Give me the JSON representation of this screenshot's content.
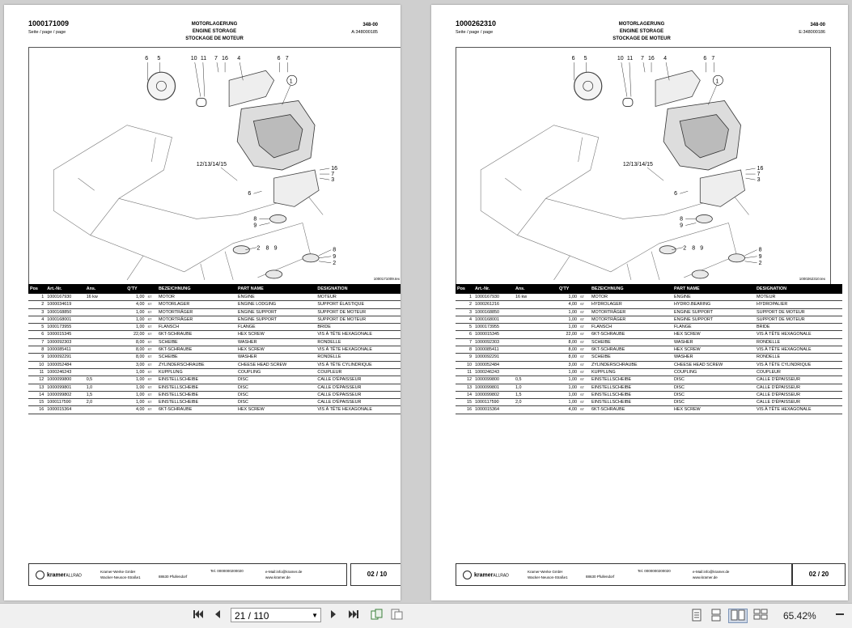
{
  "pages": [
    {
      "doc_number": "1000171009",
      "page_label": "Seite / page / page",
      "title_lines": [
        "MOTORLAGERUNG",
        "ENGINE STORAGE",
        "STOCKAGE DE MOTEUR"
      ],
      "code": "348-00",
      "ref": "A:348000185",
      "figure_caption": "1000171009.tex",
      "callouts": {
        "c1": "1",
        "c2": "2",
        "c3": "3",
        "c4": "4",
        "c5": "5",
        "c6": "6",
        "c7": "7",
        "c8": "8",
        "c9": "9",
        "c10": "10",
        "c11": "11",
        "c16": "16",
        "c1215": "12/13/14/15"
      },
      "footer": {
        "logo": "kramer",
        "logo_sub": "ALLRAD",
        "company": "Kramer-Werke GmbH",
        "street": "Wacker-Neuson-Straße1",
        "city": "88630 Pfullendorf",
        "tel": "Tel. 0000000200020",
        "mail": "e-Mail:info@kramer.de",
        "web": "www.kramer.de"
      },
      "page_no": "02 / 10",
      "columns": {
        "pos": "Pos",
        "art": "Art.-Nr.",
        "anz": "Ans.",
        "qty": "Q'TY",
        "bez": "BEZEICHNUNG",
        "part": "PART NAME",
        "des": "DESIGNATION"
      },
      "rows": [
        {
          "pos": "1",
          "art": "1000167930",
          "anz": "16 kw",
          "qty": "1,00",
          "unit": "ST",
          "bez": "MOTOR",
          "part": "ENGINE",
          "des": "MOTEUR"
        },
        {
          "pos": "2",
          "art": "1000034619",
          "anz": "",
          "qty": "4,00",
          "unit": "ST",
          "bez": "MOTORLAGER",
          "part": "ENGINE LODGING",
          "des": "SUPPORT ÉLASTIQUE"
        },
        {
          "pos": "3",
          "art": "1000168850",
          "anz": "",
          "qty": "1,00",
          "unit": "ST",
          "bez": "MOTORTRÄGER",
          "part": "ENGINE SUPPORT",
          "des": "SUPPORT DE MOTEUR"
        },
        {
          "pos": "4",
          "art": "1000168001",
          "anz": "",
          "qty": "1,00",
          "unit": "ST",
          "bez": "MOTORTRÄGER",
          "part": "ENGINE SUPPORT",
          "des": "SUPPORT DE MOTEUR"
        },
        {
          "pos": "5",
          "art": "1000173955",
          "anz": "",
          "qty": "1,00",
          "unit": "ST",
          "bez": "FLANSCH",
          "part": "FLANGE",
          "des": "BRIDE"
        },
        {
          "pos": "6",
          "art": "1000015345",
          "anz": "",
          "qty": "22,00",
          "unit": "ST",
          "bez": "6KT-SCHRAUBE",
          "part": "HEX SCREW",
          "des": "VIS À TÊTE HEXAGONALE"
        },
        {
          "pos": "7",
          "art": "1000092303",
          "anz": "",
          "qty": "8,00",
          "unit": "ST",
          "bez": "SCHEIBE",
          "part": "WASHER",
          "des": "RONDELLE"
        },
        {
          "pos": "8",
          "art": "1000085411",
          "anz": "",
          "qty": "8,00",
          "unit": "ST",
          "bez": "6KT-SCHRAUBE",
          "part": "HEX SCREW",
          "des": "VIS À TÊTE HEXAGONALE"
        },
        {
          "pos": "9",
          "art": "1000092291",
          "anz": "",
          "qty": "8,00",
          "unit": "ST",
          "bez": "SCHEIBE",
          "part": "WASHER",
          "des": "RONDELLE"
        },
        {
          "pos": "10",
          "art": "1000052484",
          "anz": "",
          "qty": "3,00",
          "unit": "ST",
          "bez": "ZYLINDERSCHRAUBE",
          "part": "CHEESE HEAD SCREW",
          "des": "VIS À TÊTE CYLINDRIQUE"
        },
        {
          "pos": "11",
          "art": "1000246243",
          "anz": "",
          "qty": "1,00",
          "unit": "ST",
          "bez": "KUPPLUNG",
          "part": "COUPLING",
          "des": "COUPLEUR"
        },
        {
          "pos": "12",
          "art": "1000099800",
          "anz": "0,5",
          "qty": "1,00",
          "unit": "ST",
          "bez": "EINSTELLSCHEIBE",
          "part": "DISC",
          "des": "CALLE D'ÉPAISSEUR"
        },
        {
          "pos": "13",
          "art": "1000099801",
          "anz": "1,0",
          "qty": "1,00",
          "unit": "ST",
          "bez": "EINSTELLSCHEIBE",
          "part": "DISC",
          "des": "CALLE D'ÉPAISSEUR"
        },
        {
          "pos": "14",
          "art": "1000099802",
          "anz": "1,5",
          "qty": "1,00",
          "unit": "ST",
          "bez": "EINSTELLSCHEIBE",
          "part": "DISC",
          "des": "CALLE D'ÉPAISSEUR"
        },
        {
          "pos": "15",
          "art": "1000117590",
          "anz": "2,0",
          "qty": "1,00",
          "unit": "ST",
          "bez": "EINSTELLSCHEIBE",
          "part": "DISC",
          "des": "CALLE D'ÉPAISSEUR"
        },
        {
          "pos": "16",
          "art": "1000015364",
          "anz": "",
          "qty": "4,00",
          "unit": "ST",
          "bez": "6KT-SCHRAUBE",
          "part": "HEX SCREW",
          "des": "VIS À TÊTE HEXAGONALE"
        }
      ]
    },
    {
      "doc_number": "1000262310",
      "page_label": "Seite / page / page",
      "title_lines": [
        "MOTORLAGERUNG",
        "ENGINE STORAGE",
        "STOCKAGE DE MOTEUR"
      ],
      "code": "348-00",
      "ref": "E:348000186",
      "figure_caption": "1000262310.tex",
      "callouts": {
        "c1": "1",
        "c2": "2",
        "c3": "3",
        "c4": "4",
        "c5": "5",
        "c6": "6",
        "c7": "7",
        "c8": "8",
        "c9": "9",
        "c10": "10",
        "c11": "11",
        "c16": "16",
        "c1215": "12/13/14/15"
      },
      "footer": {
        "logo": "kramer",
        "logo_sub": "ALLRAD",
        "company": "Kramer-Werke GmbH",
        "street": "Wacker-Neuson-Straße1",
        "city": "88630 Pfullendorf",
        "tel": "Tel. 0000000200020",
        "mail": "e-Mail:info@kramer.de",
        "web": "www.kramer.de"
      },
      "page_no": "02 / 20",
      "columns": {
        "pos": "Pos",
        "art": "Art.-Nr.",
        "anz": "Ans.",
        "qty": "Q'TY",
        "bez": "BEZEICHNUNG",
        "part": "PART NAME",
        "des": "DESIGNATION"
      },
      "rows": [
        {
          "pos": "1",
          "art": "1000167930",
          "anz": "16 kw",
          "qty": "1,00",
          "unit": "ST",
          "bez": "MOTOR",
          "part": "ENGINE",
          "des": "MOTEUR"
        },
        {
          "pos": "2",
          "art": "1000261216",
          "anz": "",
          "qty": "4,00",
          "unit": "ST",
          "bez": "HYDROLAGER",
          "part": "HYDRO.BEARING",
          "des": "HYDROPALIER"
        },
        {
          "pos": "3",
          "art": "1000168850",
          "anz": "",
          "qty": "1,00",
          "unit": "ST",
          "bez": "MOTORTRÄGER",
          "part": "ENGINE SUPPORT",
          "des": "SUPPORT DE MOTEUR"
        },
        {
          "pos": "4",
          "art": "1000168001",
          "anz": "",
          "qty": "1,00",
          "unit": "ST",
          "bez": "MOTORTRÄGER",
          "part": "ENGINE SUPPORT",
          "des": "SUPPORT DE MOTEUR"
        },
        {
          "pos": "5",
          "art": "1000173955",
          "anz": "",
          "qty": "1,00",
          "unit": "ST",
          "bez": "FLANSCH",
          "part": "FLANGE",
          "des": "BRIDE"
        },
        {
          "pos": "6",
          "art": "1000015345",
          "anz": "",
          "qty": "22,00",
          "unit": "ST",
          "bez": "6KT-SCHRAUBE",
          "part": "HEX SCREW",
          "des": "VIS À TÊTE HEXAGONALE"
        },
        {
          "pos": "7",
          "art": "1000092303",
          "anz": "",
          "qty": "8,00",
          "unit": "ST",
          "bez": "SCHEIBE",
          "part": "WASHER",
          "des": "RONDELLE"
        },
        {
          "pos": "8",
          "art": "1000085411",
          "anz": "",
          "qty": "8,00",
          "unit": "ST",
          "bez": "6KT-SCHRAUBE",
          "part": "HEX SCREW",
          "des": "VIS À TÊTE HEXAGONALE"
        },
        {
          "pos": "9",
          "art": "1000092291",
          "anz": "",
          "qty": "8,00",
          "unit": "ST",
          "bez": "SCHEIBE",
          "part": "WASHER",
          "des": "RONDELLE"
        },
        {
          "pos": "10",
          "art": "1000052484",
          "anz": "",
          "qty": "3,00",
          "unit": "ST",
          "bez": "ZYLINDERSCHRAUBE",
          "part": "CHEESE HEAD SCREW",
          "des": "VIS À TÊTE CYLINDRIQUE"
        },
        {
          "pos": "11",
          "art": "1000246243",
          "anz": "",
          "qty": "1,00",
          "unit": "ST",
          "bez": "KUPPLUNG",
          "part": "COUPLING",
          "des": "COUPLEUR"
        },
        {
          "pos": "12",
          "art": "1000099800",
          "anz": "0,5",
          "qty": "1,00",
          "unit": "ST",
          "bez": "EINSTELLSCHEIBE",
          "part": "DISC",
          "des": "CALLE D'ÉPAISSEUR"
        },
        {
          "pos": "13",
          "art": "1000099801",
          "anz": "1,0",
          "qty": "1,00",
          "unit": "ST",
          "bez": "EINSTELLSCHEIBE",
          "part": "DISC",
          "des": "CALLE D'ÉPAISSEUR"
        },
        {
          "pos": "14",
          "art": "1000099802",
          "anz": "1,5",
          "qty": "1,00",
          "unit": "ST",
          "bez": "EINSTELLSCHEIBE",
          "part": "DISC",
          "des": "CALLE D'ÉPAISSEUR"
        },
        {
          "pos": "15",
          "art": "1000117590",
          "anz": "2,0",
          "qty": "1,00",
          "unit": "ST",
          "bez": "EINSTELLSCHEIBE",
          "part": "DISC",
          "des": "CALLE D'ÉPAISSEUR"
        },
        {
          "pos": "16",
          "art": "1000015364",
          "anz": "",
          "qty": "4,00",
          "unit": "ST",
          "bez": "6KT-SCHRAUBE",
          "part": "HEX SCREW",
          "des": "VIS À TÊTE HEXAGONALE"
        }
      ]
    }
  ],
  "toolbar": {
    "first_icon": "first-page-icon",
    "prev_icon": "previous-page-icon",
    "page_value": "21 / 110",
    "next_icon": "next-page-icon",
    "last_icon": "last-page-icon",
    "zoom": "65.42%"
  }
}
